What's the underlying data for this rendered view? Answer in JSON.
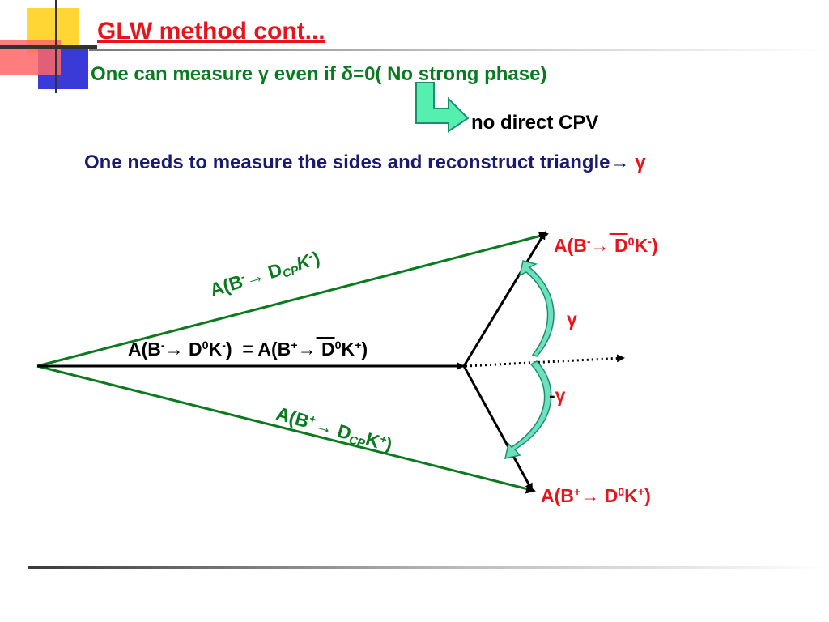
{
  "slide": {
    "title": "GLW method cont...",
    "line1": {
      "prefix": "One can measure ",
      "gamma": "γ",
      "mid": " even if ",
      "delta": "δ",
      "suffix": "=0( No strong phase)"
    },
    "line2": "no direct CPV",
    "line3": {
      "text": "One needs to measure the sides and reconstruct triangle",
      "arrow": "→",
      "gamma": "γ"
    }
  },
  "diagram": {
    "upper_side": {
      "a": "A(B",
      "a_sup": "-",
      "arrow": "→",
      "d": " D",
      "d_sub": "CP",
      "k": "K",
      "k_sup": "-",
      "close": ")"
    },
    "lower_side": {
      "a": "A(B",
      "a_sup": "+",
      "arrow": "→",
      "d": " D",
      "d_sub": "CP",
      "k": "K",
      "k_sup": "+",
      "close": ")"
    },
    "base": {
      "l_a": "A(B",
      "l_a_sup": "-",
      "l_arrow": "→",
      "l_d": " D",
      "l_d_sup": "0",
      "l_k": "K",
      "l_k_sup": "-",
      "l_close": ")",
      "eq": "  = ",
      "r_a": "A(B",
      "r_a_sup": "+",
      "r_arrow": "→",
      "r_d": " D",
      "r_d_sup": "0",
      "r_k": "K",
      "r_k_sup": "+",
      "r_close": ")"
    },
    "top_right": {
      "a": "A(B",
      "a_sup": "-",
      "arrow": "→",
      "d": " D",
      "d_sup": "0",
      "k": "K",
      "k_sup": "-",
      "close": ")"
    },
    "bottom_right": {
      "a": "A(B",
      "a_sup": "+",
      "arrow": "→",
      "d": " D",
      "d_sup": "0",
      "k": "K",
      "k_sup": "+",
      "close": ")"
    },
    "gamma": "γ",
    "minus_gamma": {
      "minus": "-",
      "gamma": "γ"
    }
  },
  "colors": {
    "title": "#e8141b",
    "green": "#0a7a1f",
    "navy": "#1a1a73",
    "red": "#e8141b",
    "arc_fill": "#6ee0bf",
    "block_arrow_fill": "#55efb0"
  }
}
